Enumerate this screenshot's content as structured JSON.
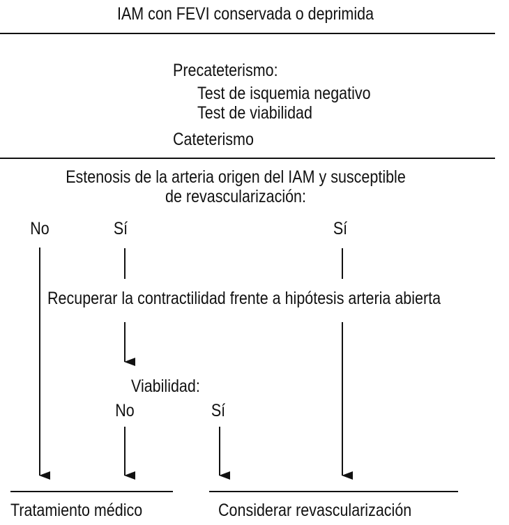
{
  "title": "IAM con FEVI conservada o deprimida",
  "precath": {
    "heading": "Precateterismo:",
    "items": [
      "Test de isquemia negativo",
      "Test de viabilidad"
    ]
  },
  "cath": "Cateterismo",
  "question": {
    "line1": "Estenosis de la arteria origen del IAM y susceptible",
    "line2": "de revascularización:"
  },
  "branches": {
    "no": "No",
    "yes_left": "Sí",
    "yes_right": "Sí"
  },
  "middle": "Recuperar la contractilidad frente a hipótesis arteria abierta",
  "viability": {
    "heading": "Viabilidad:",
    "no": "No",
    "yes": "Sí"
  },
  "outcomes": {
    "medical": "Tratamiento médico",
    "revasc": "Considerar revascularización"
  },
  "colors": {
    "ink": "#111111",
    "background": "#ffffff"
  }
}
